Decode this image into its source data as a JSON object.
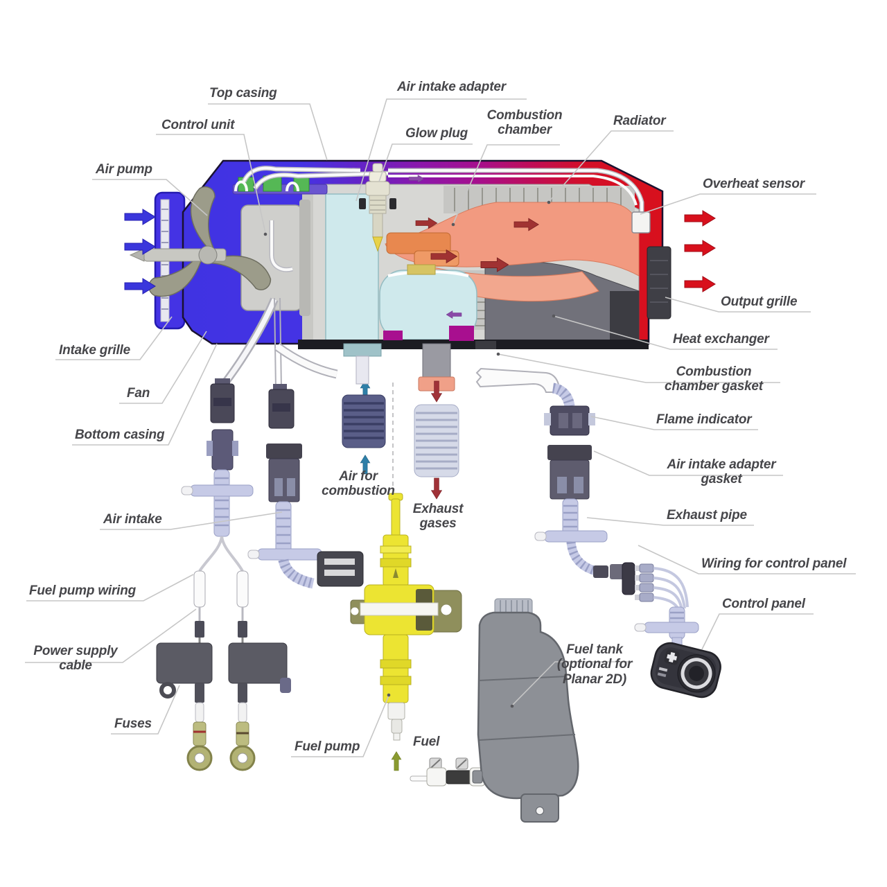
{
  "diagram": {
    "type": "exploded-parts-cutaway",
    "subject": "Diesel air heater components diagram",
    "background": "#ffffff",
    "intake_arrow_count": 3,
    "output_arrow_count": 3
  },
  "colors": {
    "casing_blue": "#4433e4",
    "casing_purple": "#8c17aa",
    "casing_magenta": "#a60f8d",
    "casing_red": "#d8101c",
    "arrow_intake_blue": "#3a36dc",
    "arrow_output_red": "#d8101c",
    "arrow_heat_darkred": "#a03232",
    "arrow_combustion_teal": "#2e7fa8",
    "arrow_fuel_olive": "#8a9a30",
    "heat_salmon": "#f29a80",
    "combustion_cyan": "#cfe9ec",
    "pump_yellow": "#ece432",
    "tank_gray": "#8d9096",
    "connector_gray": "#5c5a78",
    "tube_lavender": "#c6cae6",
    "label_text": "#46464a",
    "leader_line": "#c6c6c6"
  },
  "labels": {
    "top_casing": "Top casing",
    "control_unit": "Control unit",
    "air_pump": "Air pump",
    "air_intake_adapter": "Air intake adapter",
    "glow_plug": "Glow plug",
    "combustion_chamber": "Combustion chamber",
    "radiator": "Radiator",
    "overheat_sensor": "Overheat sensor",
    "intake_grille": "Intake grille",
    "output_grille": "Output grille",
    "heat_exchanger": "Heat exchanger",
    "fan": "Fan",
    "combustion_chamber_gasket": "Combustion chamber gasket",
    "bottom_casing": "Bottom casing",
    "flame_indicator": "Flame indicator",
    "air_intake_adapter_gasket": "Air intake adapter gasket",
    "exhaust_pipe": "Exhaust pipe",
    "air_for_combustion": "Air for combustion",
    "exhaust_gases": "Exhaust gases",
    "air_intake": "Air intake",
    "wiring_for_control_panel": "Wiring for control panel",
    "fuel_pump_wiring": "Fuel pump wiring",
    "control_panel": "Control panel",
    "power_supply_cable": "Power supply cable",
    "fuel_tank": "Fuel tank (optional for Planar 2D)",
    "fuses": "Fuses",
    "fuel_pump": "Fuel pump",
    "fuel": "Fuel"
  }
}
